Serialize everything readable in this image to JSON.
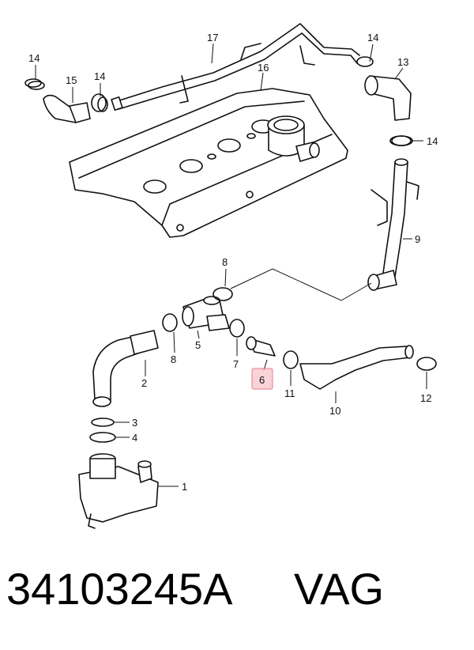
{
  "callouts": {
    "c1": "1",
    "c2": "2",
    "c3": "3",
    "c4": "4",
    "c5": "5",
    "c6": "6",
    "c7": "7",
    "c8a": "8",
    "c8b": "8",
    "c9": "9",
    "c10": "10",
    "c11": "11",
    "c12": "12",
    "c13": "13",
    "c14a": "14",
    "c14b": "14",
    "c14c": "14",
    "c14d": "14",
    "c15": "15",
    "c16": "16",
    "c17": "17"
  },
  "highlighted_callout": "6",
  "highlight_color": "#f4b6bd",
  "footer": {
    "part_number": "34103245A",
    "brand": "VAG"
  }
}
